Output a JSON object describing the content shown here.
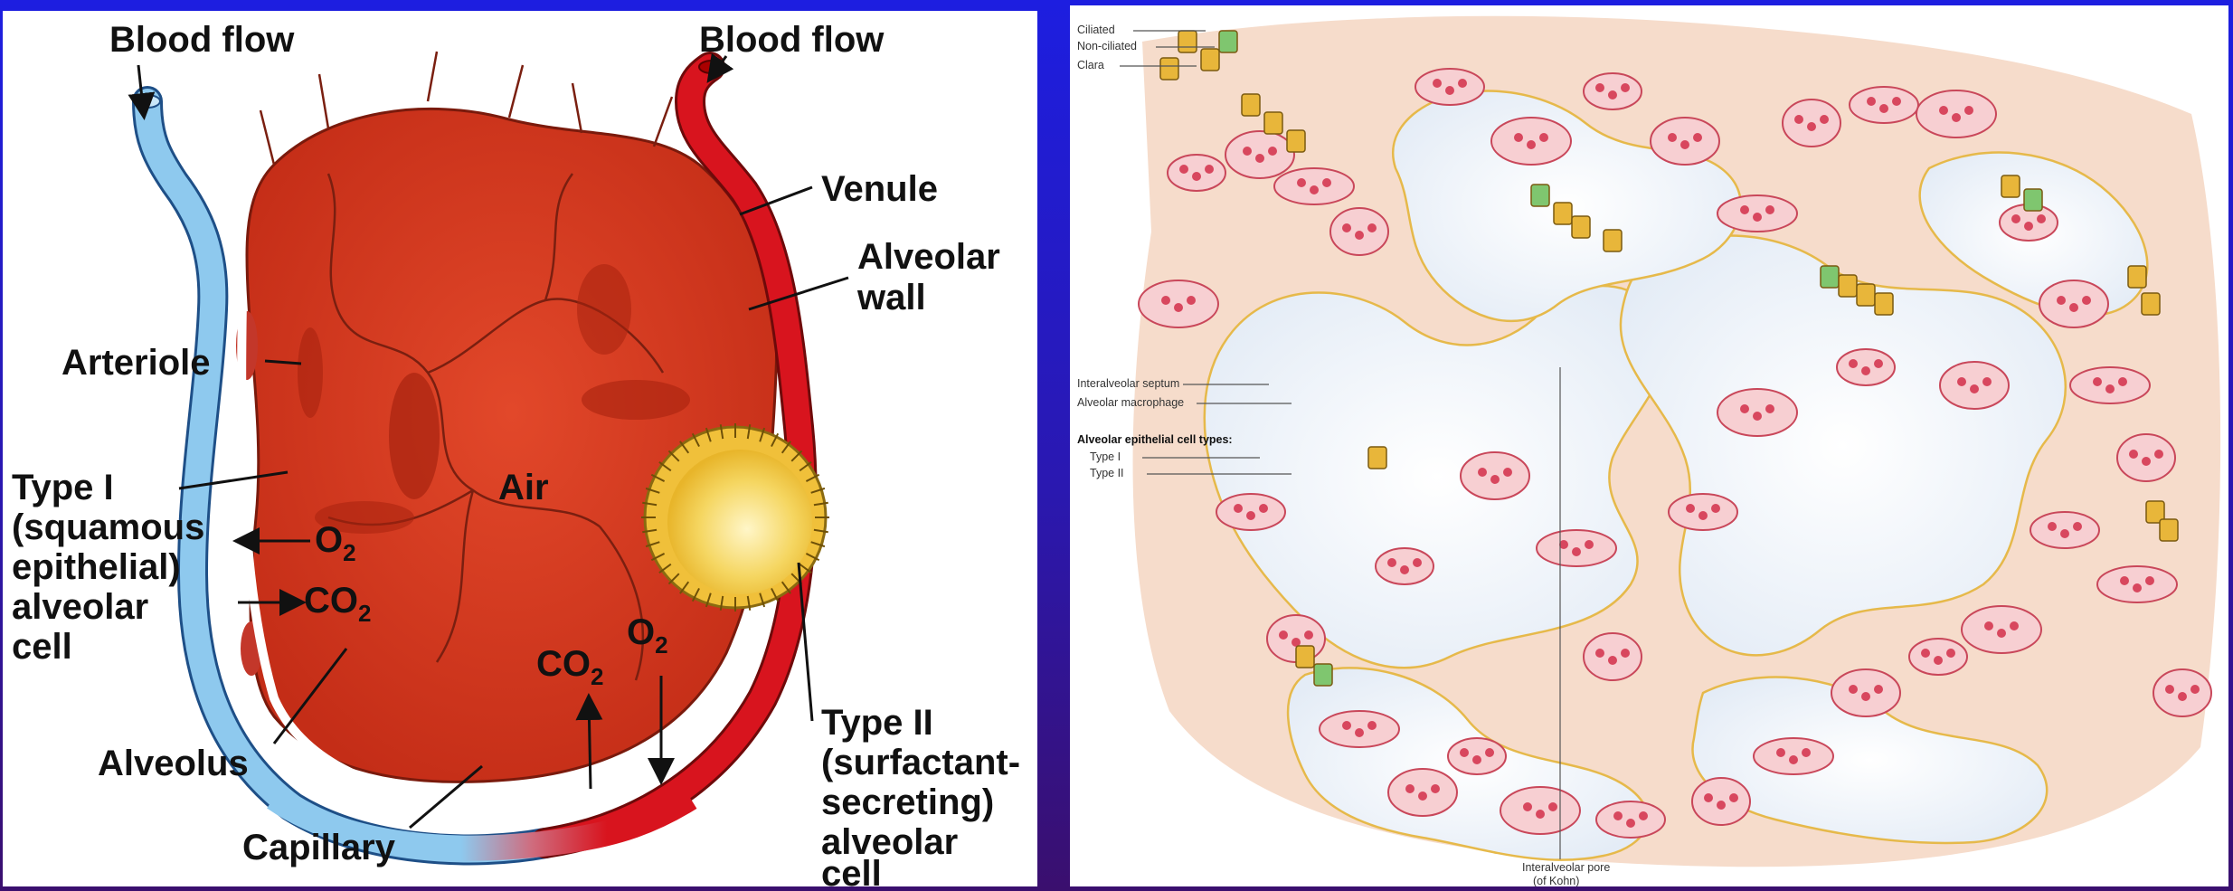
{
  "left": {
    "blood_flow_left": "Blood flow",
    "blood_flow_right": "Blood flow",
    "venule": "Venule",
    "alveolar_wall": [
      "Alveolar",
      "wall"
    ],
    "arteriole": "Arteriole",
    "type1": [
      "Type I",
      "(squamous",
      "epithelial)",
      "alveolar",
      "cell"
    ],
    "air": "Air",
    "o2_a": "O",
    "o2_a_sub": "2",
    "co2_a": "CO",
    "co2_a_sub": "2",
    "co2_b": "CO",
    "co2_b_sub": "2",
    "o2_b": "O",
    "o2_b_sub": "2",
    "type2": [
      "Type II",
      "(surfactant-",
      "secreting)",
      "alveolar",
      "cell"
    ],
    "alveolus": "Alveolus",
    "capillary": "Capillary"
  },
  "right": {
    "ciliated": "Ciliated",
    "non_ciliated": "Non-ciliated",
    "clara": "Clara",
    "interalveolar_septum": "Interalveolar septum",
    "alveolar_macrophage": "Alveolar macrophage",
    "cell_types_heading": "Alveolar epithelial cell types:",
    "type1": "Type I",
    "type2": "Type II",
    "pore": [
      "Interalveolar pore",
      "(of Kohn)"
    ]
  },
  "colors": {
    "background_top": "#1d1ee0",
    "background_bottom": "#3a0f6e",
    "alveolus_red": "#d8361e",
    "vessel_blue": "#8ec9ee",
    "vessel_red": "#d8141e",
    "type2_yellow": "#f3d251",
    "tissue_pink": "#f3c7b5"
  }
}
